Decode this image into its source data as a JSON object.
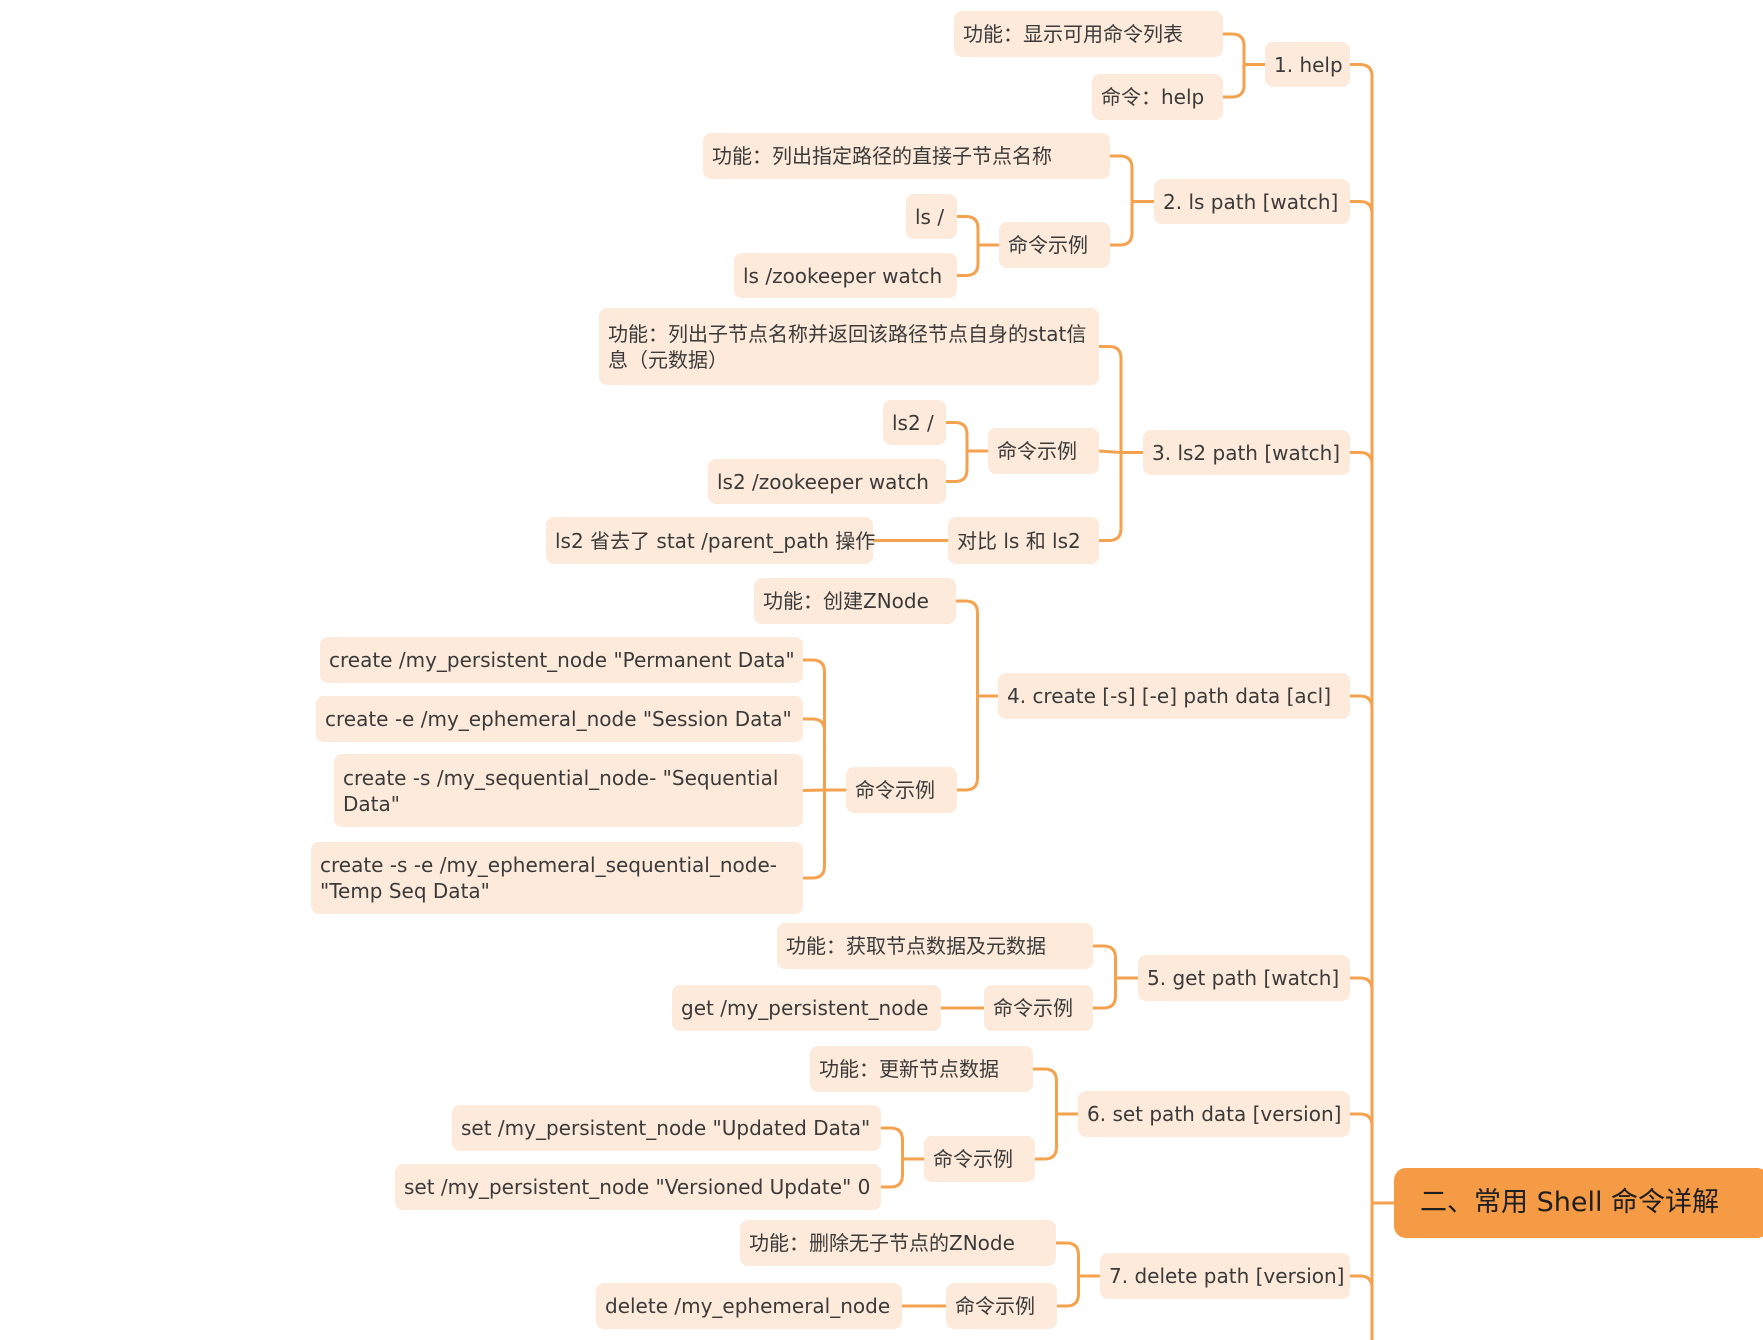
{
  "root": {
    "label": "二、常用 Shell 命令详解"
  },
  "sections": [
    {
      "label": "1. help",
      "children": [
        {
          "label": "功能：显示可用命令列表"
        },
        {
          "label": "命令：help"
        }
      ]
    },
    {
      "label": "2. ls path [watch]",
      "children": [
        {
          "label": "功能：列出指定路径的直接子节点名称"
        },
        {
          "label": "命令示例",
          "children": [
            {
              "label": "ls /"
            },
            {
              "label": "ls /zookeeper watch"
            }
          ]
        }
      ]
    },
    {
      "label": "3. ls2 path [watch]",
      "children": [
        {
          "label": "功能：列出子节点名称并返回该路径节点自身的stat信息（元数据）"
        },
        {
          "label": "命令示例",
          "children": [
            {
              "label": "ls2 /"
            },
            {
              "label": "ls2 /zookeeper watch"
            }
          ]
        },
        {
          "label": "对比 ls 和 ls2",
          "children": [
            {
              "label": "ls2 省去了 stat /parent_path 操作"
            }
          ]
        }
      ]
    },
    {
      "label": "4. create [-s] [-e] path data [acl]",
      "children": [
        {
          "label": "功能：创建ZNode"
        },
        {
          "label": "命令示例",
          "children": [
            {
              "label": "create /my_persistent_node \"Permanent Data\""
            },
            {
              "label": "create -e /my_ephemeral_node \"Session Data\""
            },
            {
              "label": "create -s /my_sequential_node- \"Sequential Data\""
            },
            {
              "label": "create -s -e /my_ephemeral_sequential_node- \"Temp Seq Data\""
            }
          ]
        }
      ]
    },
    {
      "label": "5. get path [watch]",
      "children": [
        {
          "label": "功能：获取节点数据及元数据"
        },
        {
          "label": "命令示例",
          "children": [
            {
              "label": "get /my_persistent_node"
            }
          ]
        }
      ]
    },
    {
      "label": "6. set path data [version]",
      "children": [
        {
          "label": "功能：更新节点数据"
        },
        {
          "label": "命令示例",
          "children": [
            {
              "label": "set /my_persistent_node \"Updated Data\""
            },
            {
              "label": "set /my_persistent_node \"Versioned Update\" 0"
            }
          ]
        }
      ]
    },
    {
      "label": "7. delete path [version]",
      "children": [
        {
          "label": "功能：删除无子节点的ZNode"
        },
        {
          "label": "命令示例",
          "children": [
            {
              "label": "delete /my_ephemeral_node"
            }
          ]
        }
      ]
    }
  ],
  "colors": {
    "connector": "#f5a24f",
    "node_bg": "#fdeadb",
    "root_bg": "#f59a45",
    "text": "#3a3a3a"
  }
}
